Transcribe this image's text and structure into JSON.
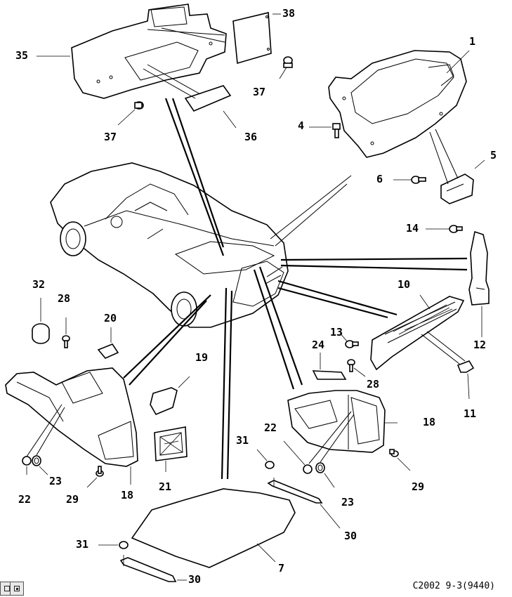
{
  "diagram": {
    "title": "Luggage compartment trim - exploded parts view",
    "caption": "C2002 9-3(9440)",
    "toolbar": [
      {
        "name": "fit-page-button",
        "icon": "frame-icon"
      },
      {
        "name": "zoom-window-button",
        "icon": "square-target-icon"
      }
    ],
    "callouts": [
      {
        "id": "38",
        "label": "38"
      },
      {
        "id": "35",
        "label": "35"
      },
      {
        "id": "37a",
        "label": "37"
      },
      {
        "id": "37b",
        "label": "37"
      },
      {
        "id": "36",
        "label": "36"
      },
      {
        "id": "1",
        "label": "1"
      },
      {
        "id": "4",
        "label": "4"
      },
      {
        "id": "5",
        "label": "5"
      },
      {
        "id": "6",
        "label": "6"
      },
      {
        "id": "14",
        "label": "14"
      },
      {
        "id": "10",
        "label": "10"
      },
      {
        "id": "12",
        "label": "12"
      },
      {
        "id": "13",
        "label": "13"
      },
      {
        "id": "24",
        "label": "24"
      },
      {
        "id": "28b",
        "label": "28"
      },
      {
        "id": "11",
        "label": "11"
      },
      {
        "id": "18b",
        "label": "18"
      },
      {
        "id": "29b",
        "label": "29"
      },
      {
        "id": "22b",
        "label": "22"
      },
      {
        "id": "23b",
        "label": "23"
      },
      {
        "id": "31b",
        "label": "31"
      },
      {
        "id": "30b",
        "label": "30"
      },
      {
        "id": "7",
        "label": "7"
      },
      {
        "id": "31a",
        "label": "31"
      },
      {
        "id": "30a",
        "label": "30"
      },
      {
        "id": "32",
        "label": "32"
      },
      {
        "id": "28a",
        "label": "28"
      },
      {
        "id": "20",
        "label": "20"
      },
      {
        "id": "19",
        "label": "19"
      },
      {
        "id": "22a",
        "label": "22"
      },
      {
        "id": "23a",
        "label": "23"
      },
      {
        "id": "29a",
        "label": "29"
      },
      {
        "id": "18a",
        "label": "18"
      },
      {
        "id": "21",
        "label": "21"
      }
    ]
  }
}
